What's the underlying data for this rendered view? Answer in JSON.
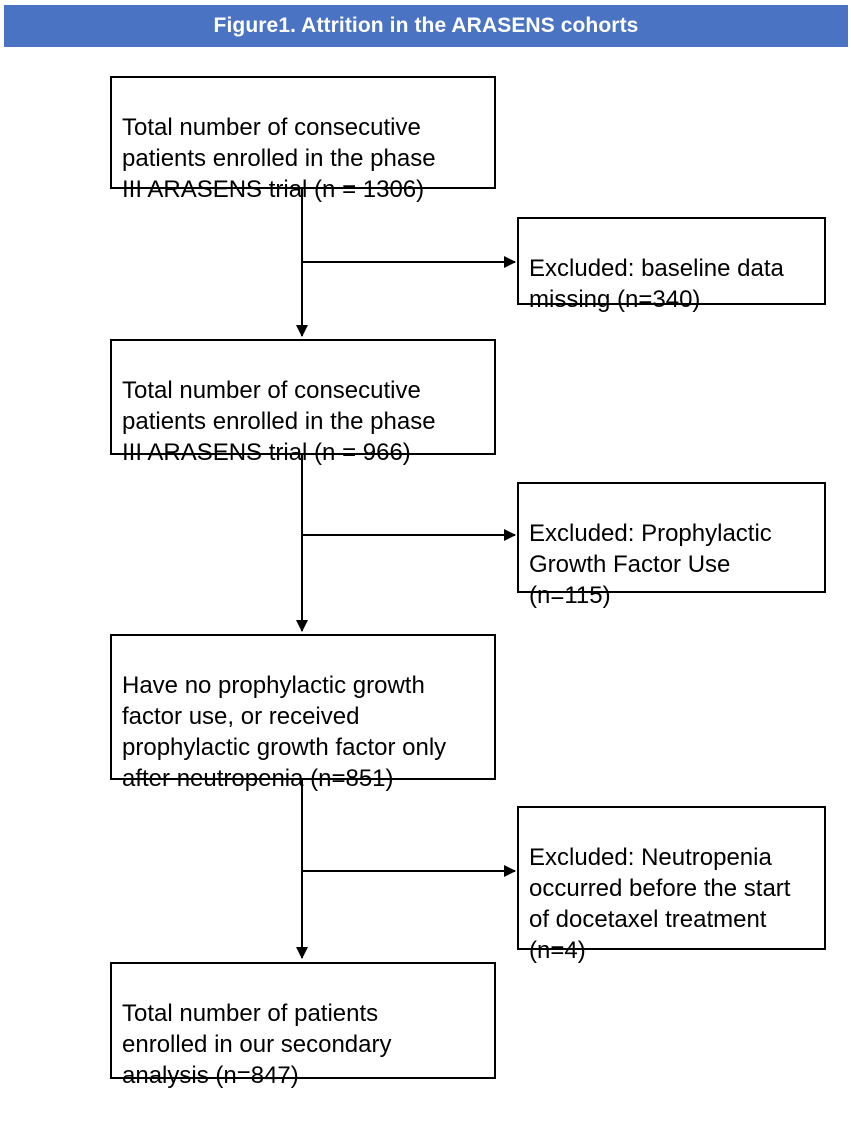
{
  "title": "Figure1. Attrition in the ARASENS cohorts",
  "colors": {
    "title_bar": "#4a73c4",
    "title_text": "#ffffff",
    "box_border": "#000000",
    "line": "#000000"
  },
  "main_boxes": [
    {
      "text": "Total number of consecutive\npatients enrolled in the phase\nIII ARASENS trial (n = 1306)"
    },
    {
      "text": "Total number of consecutive\npatients enrolled in the phase\nIII ARASENS trial (n = 966)"
    },
    {
      "text": "Have no prophylactic growth\nfactor use, or received\nprophylactic growth factor only\nafter neutropenia (n=851)"
    },
    {
      "text": "Total number of patients\nenrolled in our secondary\nanalysis (n=847)"
    }
  ],
  "exclusion_boxes": [
    {
      "text": "Excluded: baseline data\nmissing (n=340)"
    },
    {
      "text": "Excluded: Prophylactic\nGrowth Factor Use\n(n=115)"
    },
    {
      "text": "Excluded: Neutropenia\noccurred before the start\nof docetaxel treatment\n(n=4)"
    }
  ]
}
